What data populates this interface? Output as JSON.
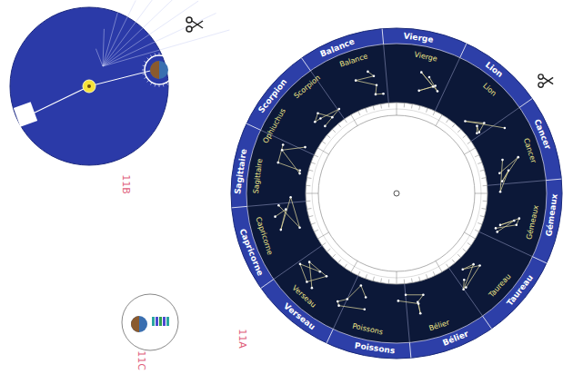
{
  "diagram": {
    "nodes": [
      {
        "text": [
          "11B"
        ]
      },
      {
        "text": [
          "11C"
        ]
      },
      {
        "text": [
          "11A"
        ]
      }
    ],
    "labels": [
      "Vierge",
      "Lion",
      "Cancer",
      "Gémeaux",
      "Taureau",
      "Bélier",
      "Poissons",
      "Verseau",
      "Capricorne",
      "Sagittaire",
      "Scorpion",
      "Balance",
      "Vierge",
      "Lion",
      "Cancer",
      "Gémeaux",
      "Taureau",
      "Bélier",
      "Poissons",
      "Verseau",
      "Capricorne",
      "Sagittaire",
      "Ophiuchus",
      "Scorpion",
      "Balance"
    ]
  }
}
